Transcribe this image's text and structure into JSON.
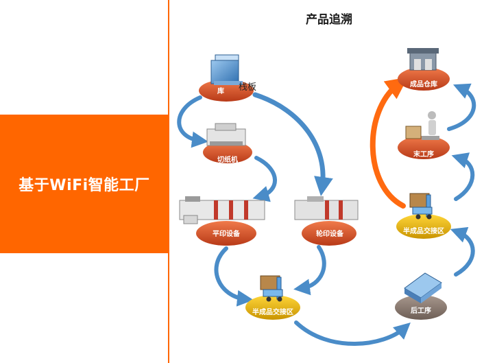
{
  "left_panel": {
    "heading": "基于WiFi智能工厂"
  },
  "header": {
    "title": "产品追溯"
  },
  "nodes": {
    "warehouse_left": {
      "label": "库",
      "note": "栈板"
    },
    "paper_cutter": {
      "label": "切纸机"
    },
    "flat_press": {
      "label": "平印设备"
    },
    "rotary_press": {
      "label": "轮印设备"
    },
    "semi_exchange_bottom": {
      "label": "半成品交接区"
    },
    "post_process": {
      "label": "后工序"
    },
    "semi_exchange_right": {
      "label": "半成品交接区"
    },
    "final_process": {
      "label": "末工序"
    },
    "finished_warehouse": {
      "label": "成品仓库"
    }
  },
  "colors": {
    "accent": "#ff6600",
    "disc_red": "#d8502a",
    "disc_yellow": "#e8b800",
    "disc_gray": "#8a7a70",
    "arrow_blue": "#4a8cc8",
    "arrow_orange": "#ff6a10"
  }
}
